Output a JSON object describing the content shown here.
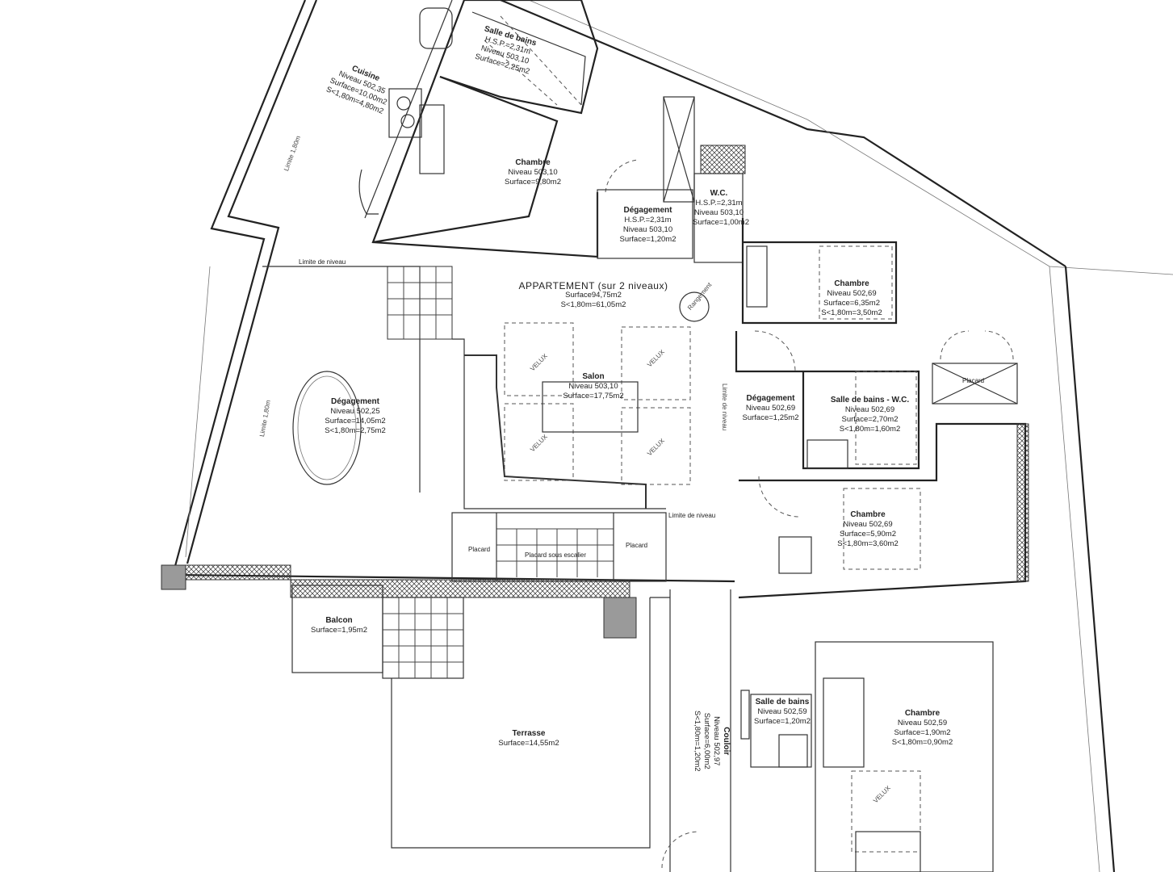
{
  "appartement": {
    "title": "APPARTEMENT (sur 2 niveaux)",
    "surface": "Surface94,75m2",
    "surface_under": "S<1,80m=61,05m2"
  },
  "rooms": {
    "cuisine": {
      "name": "Cuisine",
      "niveau": "Niveau 502,35",
      "surface": "Surface=10,00m2",
      "sub": "S<1,80m=4,80m2"
    },
    "sdb_top": {
      "name": "Salle de bains",
      "hsp": "H.S.P.=2,31m",
      "niveau": "Niveau 503,10",
      "surface": "Surface=2,25m2"
    },
    "chambre_top": {
      "name": "Chambre",
      "niveau": "Niveau 503,10",
      "surface": "Surface=9,80m2"
    },
    "degagement_top": {
      "name": "Dégagement",
      "hsp": "H.S.P.=2,31m",
      "niveau": "Niveau 503,10",
      "surface": "Surface=1,20m2"
    },
    "wc": {
      "name": "W.C.",
      "hsp": "H.S.P.=2,31m",
      "niveau": "Niveau 503,10",
      "surface": "Surface=1,00m2"
    },
    "chambre_r1": {
      "name": "Chambre",
      "niveau": "Niveau 502,69",
      "surface": "Surface=6,35m2",
      "sub": "S<1,80m=3,50m2"
    },
    "degagement_left": {
      "name": "Dégagement",
      "niveau": "Niveau 502,25",
      "surface": "Surface=14,05m2",
      "sub": "S<1,80m=2,75m2"
    },
    "salon": {
      "name": "Salon",
      "niveau": "Niveau 503,10",
      "surface": "Surface=17,75m2"
    },
    "degagement_mid": {
      "name": "Dégagement",
      "niveau": "Niveau 502,69",
      "surface": "Surface=1,25m2"
    },
    "sdb_wc": {
      "name": "Salle de bains - W.C.",
      "niveau": "Niveau 502,69",
      "surface": "Surface=2,70m2",
      "sub": "S<1,80m=1,60m2"
    },
    "chambre_r2": {
      "name": "Chambre",
      "niveau": "Niveau 502,69",
      "surface": "Surface=5,90m2",
      "sub": "S<1,80m=3,60m2"
    },
    "balcon": {
      "name": "Balcon",
      "surface": "Surface=1,95m2"
    },
    "terrasse": {
      "name": "Terrasse",
      "surface": "Surface=14,55m2"
    },
    "couloir": {
      "name": "Couloir",
      "niveau": "Niveau 502,97",
      "surface": "Surface=6,00m2",
      "sub": "S<1,80m=1,20m2"
    },
    "sdb_bottom": {
      "name": "Salle de bains",
      "niveau": "Niveau 502,59",
      "surface": "Surface=1,20m2"
    },
    "chambre_bottom": {
      "name": "Chambre",
      "niveau": "Niveau 502,59",
      "surface": "Surface=1,90m2",
      "sub": "S<1,80m=0,90m2"
    }
  },
  "labels": {
    "limite_niveau": "Limite de niveau",
    "limite_niveau_v": "Limite de niveau",
    "limite_niveau_mid": "Limite de niveau",
    "limite_180": "Limite 1,80m",
    "velux": "VELUX",
    "placard": "Placard",
    "rangement": "Rangement",
    "placard_small": "Placard",
    "stairs_note": "Placard sous escalier",
    "placard_bottom": "Placard"
  }
}
